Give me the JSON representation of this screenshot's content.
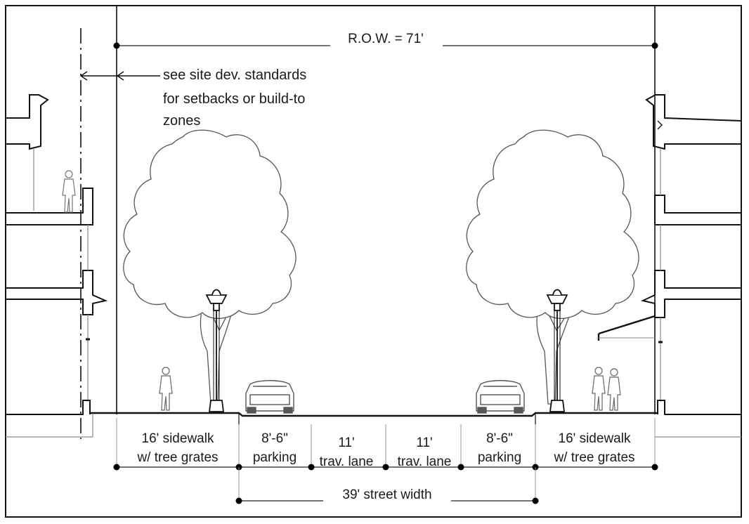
{
  "row": {
    "label": "R.O.W. = 71'"
  },
  "setback_note": {
    "lines": [
      "see site dev. standards",
      "for setbacks or build-to",
      "zones"
    ]
  },
  "segments": [
    {
      "id": "left-sidewalk",
      "line1": "16' sidewalk",
      "line2": "w/ tree grates"
    },
    {
      "id": "left-parking",
      "line1": "8'-6\"",
      "line2": "parking"
    },
    {
      "id": "left-lane",
      "line1": "11'",
      "line2": "trav. lane"
    },
    {
      "id": "right-lane",
      "line1": "11'",
      "line2": "trav. lane"
    },
    {
      "id": "right-parking",
      "line1": "8'-6\"",
      "line2": "parking"
    },
    {
      "id": "right-sidewalk",
      "line1": "16' sidewalk",
      "line2": "w/ tree grates"
    }
  ],
  "street_width": {
    "label": "39' street width"
  },
  "colors": {
    "line": "#111111",
    "tree": "#555555",
    "dim": "#222222",
    "faint": "#9a9a9a"
  }
}
